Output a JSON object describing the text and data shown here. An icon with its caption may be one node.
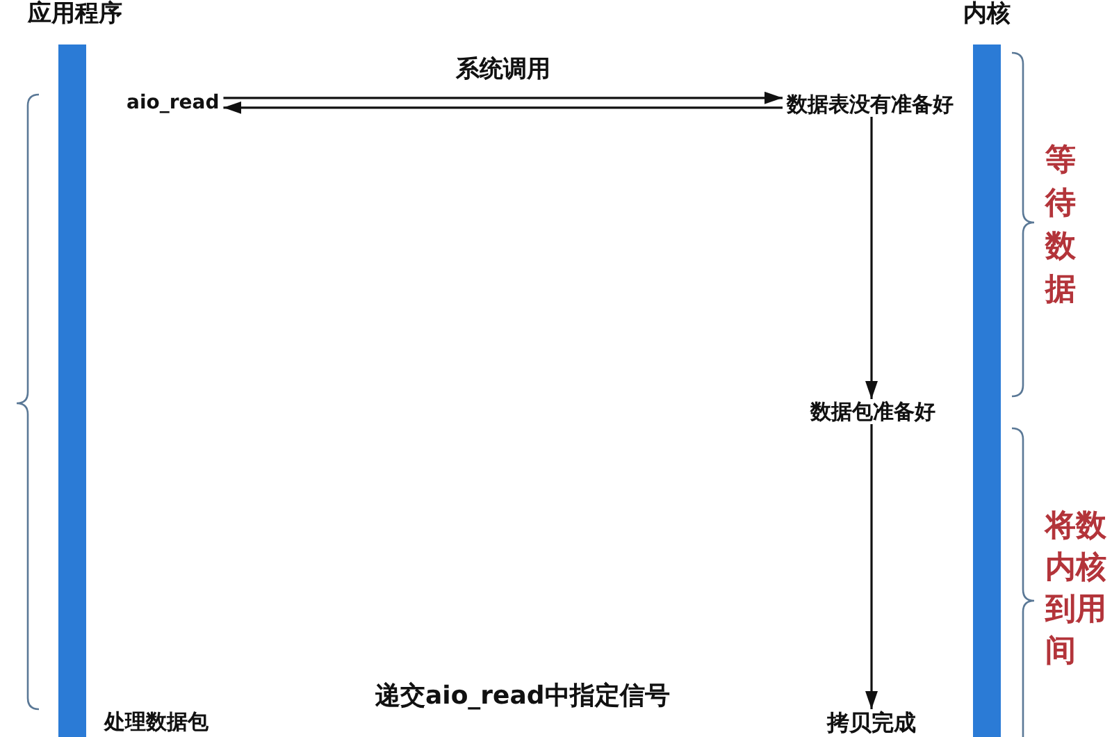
{
  "diagram": {
    "nodes": [
      {
        "text": [],
        "shape": "bar"
      },
      {
        "text": [],
        "shape": "bar"
      },
      {
        "text": [
          "aio_read"
        ]
      },
      {
        "text": [
          "数据表没有准备好"
        ]
      },
      {
        "text": [
          "数据包准备好"
        ]
      },
      {
        "text": [
          "处理数据包"
        ]
      },
      {
        "text": [
          "拷贝完成"
        ]
      }
    ],
    "edges": [
      {
        "from": 2,
        "to": 3,
        "arrow": "to",
        "label": "系统调用"
      },
      {
        "from": 3,
        "to": 2,
        "arrow": "to"
      },
      {
        "from": 3,
        "to": 4,
        "arrow": "to"
      },
      {
        "from": 4,
        "to": 6,
        "arrow": "to"
      }
    ],
    "labels": [
      "应用程序",
      "内核",
      "等待数据",
      "将数内核到用间",
      "递交aio_read中指定信号"
    ]
  }
}
